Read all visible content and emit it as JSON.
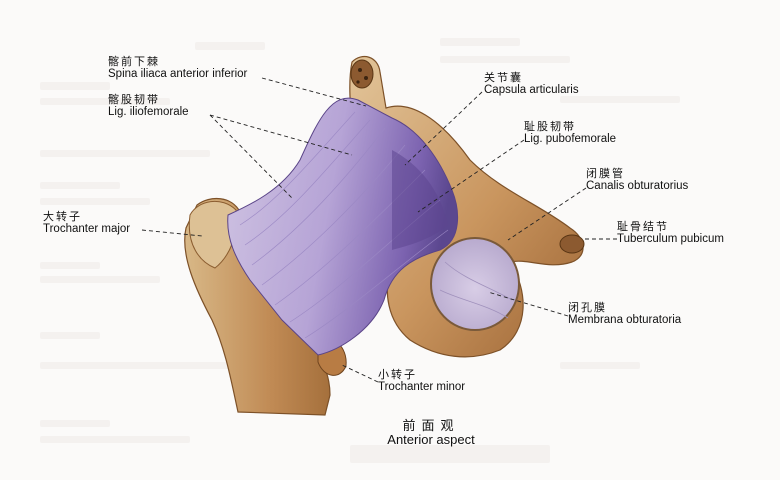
{
  "labels": {
    "spina": {
      "zh": "髂前下棘",
      "en": "Spina iliaca anterior inferior"
    },
    "iliofemorale": {
      "zh": "髂股韧带",
      "en": "Lig. iliofemorale"
    },
    "capsula": {
      "zh": "关节囊",
      "en": "Capsula articularis"
    },
    "pubofemorale": {
      "zh": "耻股韧带",
      "en": "Lig. pubofemorale"
    },
    "canalis": {
      "zh": "闭膜管",
      "en": "Canalis obturatorius"
    },
    "trochanter_major": {
      "zh": "大转子",
      "en": "Trochanter major"
    },
    "tuberculum": {
      "zh": "耻骨结节",
      "en": "Tuberculum pubicum"
    },
    "membrana": {
      "zh": "闭孔膜",
      "en": "Membrana obturatoria"
    },
    "trochanter_minor": {
      "zh": "小转子",
      "en": "Trochanter minor"
    }
  },
  "caption": {
    "zh": "前面观",
    "en": "Anterior aspect"
  }
}
